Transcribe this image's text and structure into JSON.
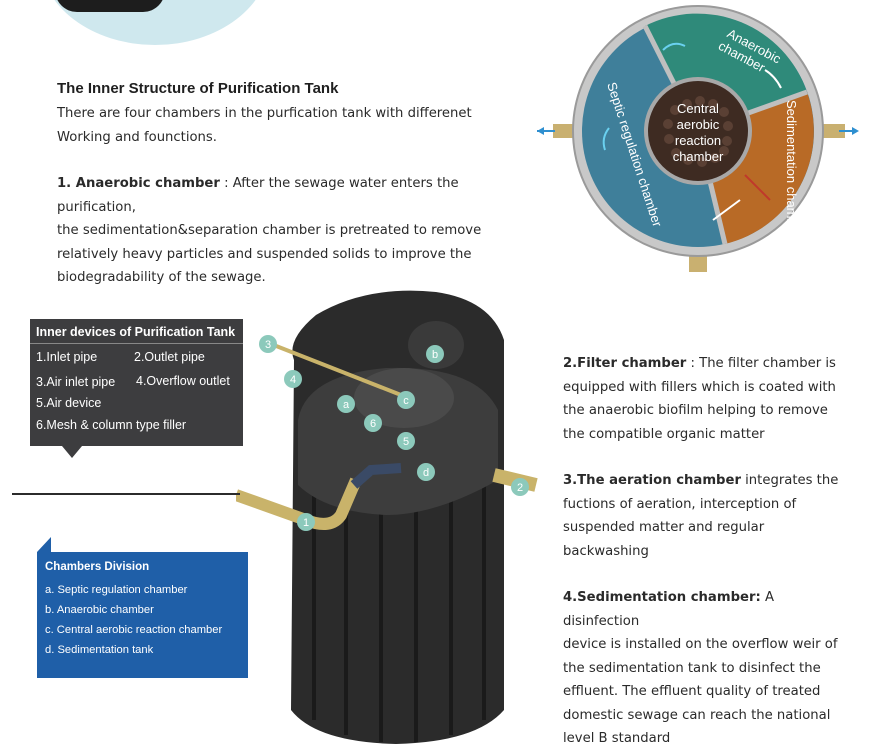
{
  "heading": "The Inner Structure of Purification Tank",
  "intro": {
    "line1": "There are four chambers in the purfication tank with differenet",
    "line2": "Working and founctions."
  },
  "p1": {
    "title": "1. Anaerobic chamber",
    "line1": " : After the sewage water enters the purification,",
    "line2": "the sedimentation&separation chamber is pretreated to remove",
    "line3": "relatively heavy particles and suspended solids to improve the",
    "line4": "biodegradability of the sewage."
  },
  "p2": {
    "title": "2.Filter chamber",
    "line1": " : The filter chamber is",
    "line2": "equipped with fillers which is coated with",
    "line3": "the anaerobic biofilm helping to remove",
    "line4": "the compatible organic matter"
  },
  "p3": {
    "title": "3.The aeration chamber",
    "line1": " integrates the",
    "line2": "fuctions of aeration, interception of",
    "line3": "suspended matter and regular",
    "line4": "backwashing"
  },
  "p4": {
    "title": "4.Sedimentation chamber:",
    "line1": " A disinfection",
    "line2": "device is installed on the overflow weir of",
    "line3": "the sedimentation tank to disinfect the",
    "line4": "effluent. The effluent quality of treated",
    "line5": "domestic sewage can reach the national",
    "line6": "level B standard"
  },
  "devices": {
    "title": "Inner devices of Purification Tank",
    "items": [
      "1.Inlet pipe",
      "2.Outlet pipe",
      "3.Air inlet pipe",
      "4.Overflow outlet",
      "5.Air device",
      "6.Mesh & column type filler"
    ]
  },
  "chambers": {
    "title": "Chambers  Division",
    "items": [
      "a. Septic regulation chamber",
      "b. Anaerobic chamber",
      "c. Central aerobic reaction chamber",
      "d.  Sedimentation tank"
    ]
  },
  "diagram": {
    "anaerobic1": "Anaerobic",
    "anaerobic2": "chamber",
    "central1": "Central",
    "central2": "aerobic",
    "central3": "reaction",
    "central4": "chamber",
    "septic": "Septic regulation chamber",
    "sedimentation": "Sedimentation chamber"
  },
  "tank_markers": {
    "a": "a",
    "b": "b",
    "c": "c",
    "d": "d",
    "n1": "1",
    "n2": "2",
    "n3": "3",
    "n4": "4",
    "n5": "5",
    "n6": "6"
  },
  "colors": {
    "septic": "#3f7f9a",
    "anaerobic": "#2f8a7a",
    "sedimentation": "#b86a26",
    "central": "#3e2b22",
    "devices_box": "#3d3d3f",
    "chambers_box": "#1f5fa8",
    "marker": "#8cc9bb"
  }
}
